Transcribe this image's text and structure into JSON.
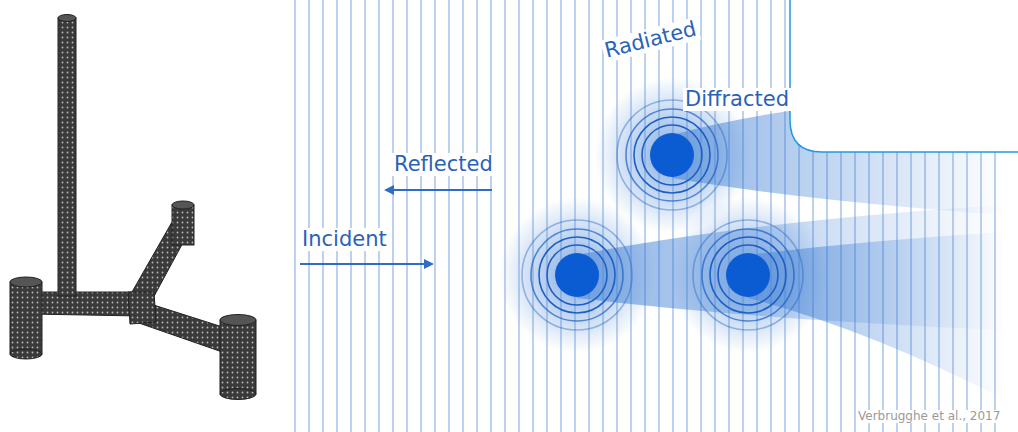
{
  "diagram": {
    "labels": [
      "Radiated",
      "Diffracted",
      "Reflected",
      "Incident",
      "Verbrugghe et al., 2017"
    ]
  }
}
